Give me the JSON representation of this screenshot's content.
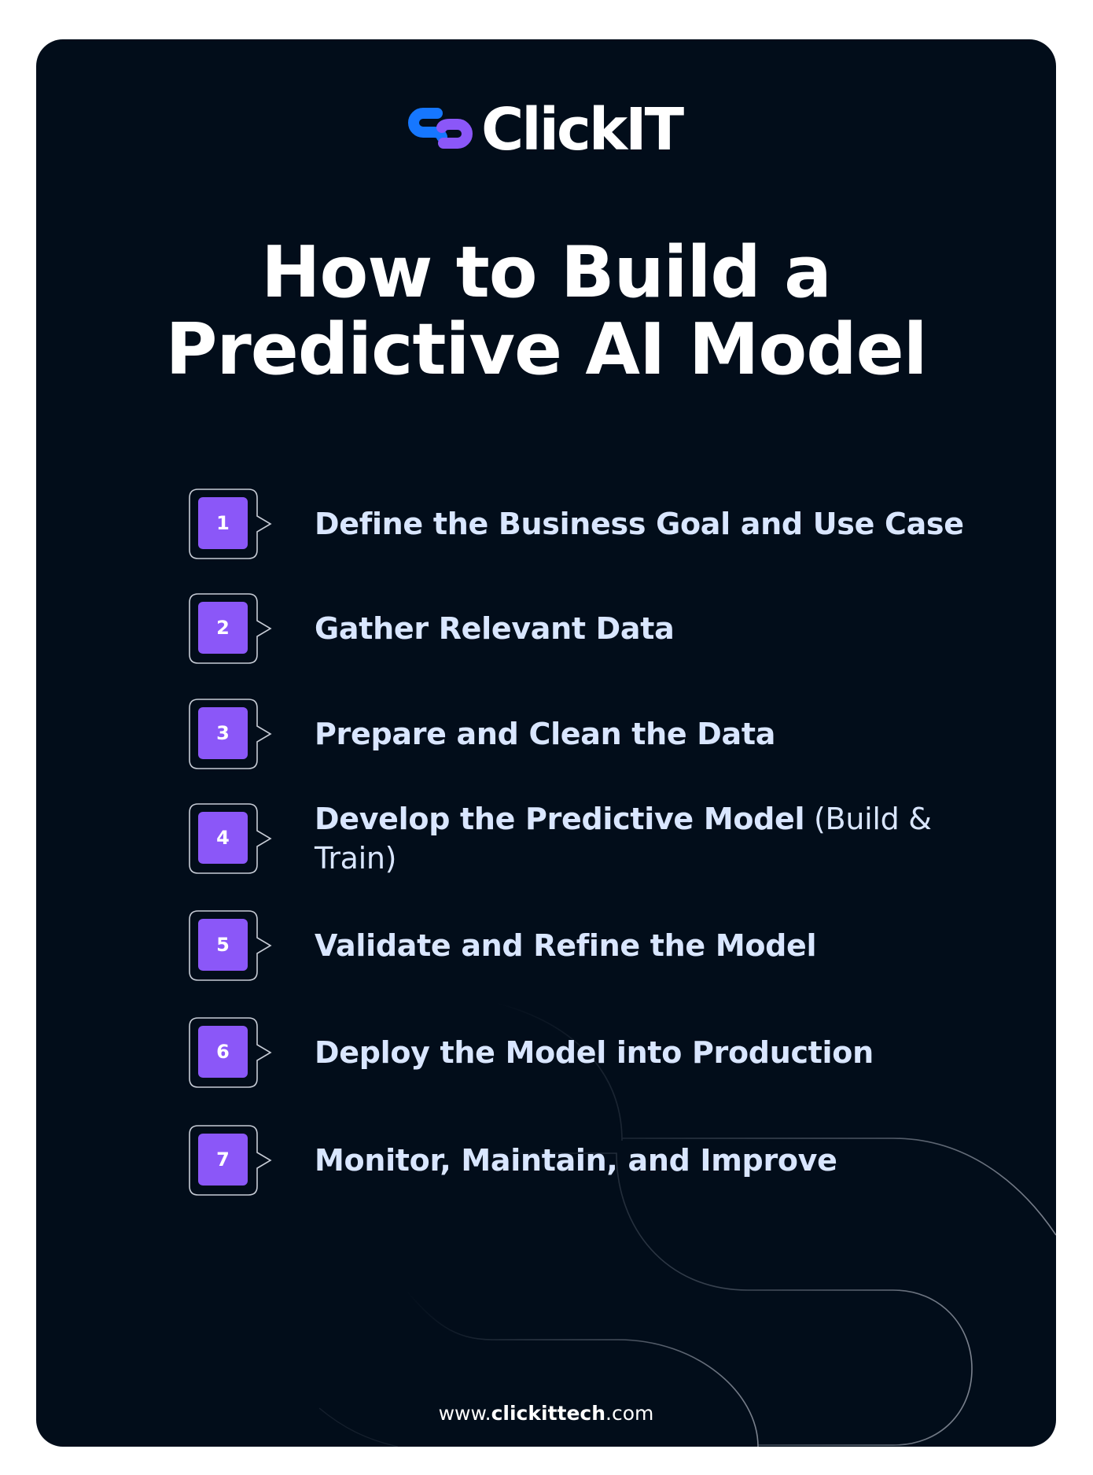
{
  "brand": {
    "name": "ClickIT",
    "logo_icon": "link-chain-icon",
    "colors": {
      "logo_blue": "#1677ff",
      "logo_purple": "#8b57f8",
      "background": "#020d1a",
      "text_primary": "#ffffff",
      "text_step": "#d9e6ff",
      "badge_fill": "#8b57f8",
      "badge_outline": "#c7ccd6"
    }
  },
  "title": {
    "line1": "How to Build a",
    "line2": "Predictive AI Model"
  },
  "steps": [
    {
      "number": "1",
      "label": "Define the Business Goal and Use Case",
      "suffix": ""
    },
    {
      "number": "2",
      "label": "Gather Relevant Data",
      "suffix": ""
    },
    {
      "number": "3",
      "label": "Prepare and Clean the Data",
      "suffix": ""
    },
    {
      "number": "4",
      "label": "Develop the Predictive Model",
      "suffix": " (Build & Train)"
    },
    {
      "number": "5",
      "label": "Validate and Refine the Model",
      "suffix": ""
    },
    {
      "number": "6",
      "label": "Deploy the Model into Production",
      "suffix": ""
    },
    {
      "number": "7",
      "label": "Monitor, Maintain, and Improve",
      "suffix": ""
    }
  ],
  "footer": {
    "prefix": "www.",
    "domain": "clickittech",
    "tld": ".com"
  }
}
